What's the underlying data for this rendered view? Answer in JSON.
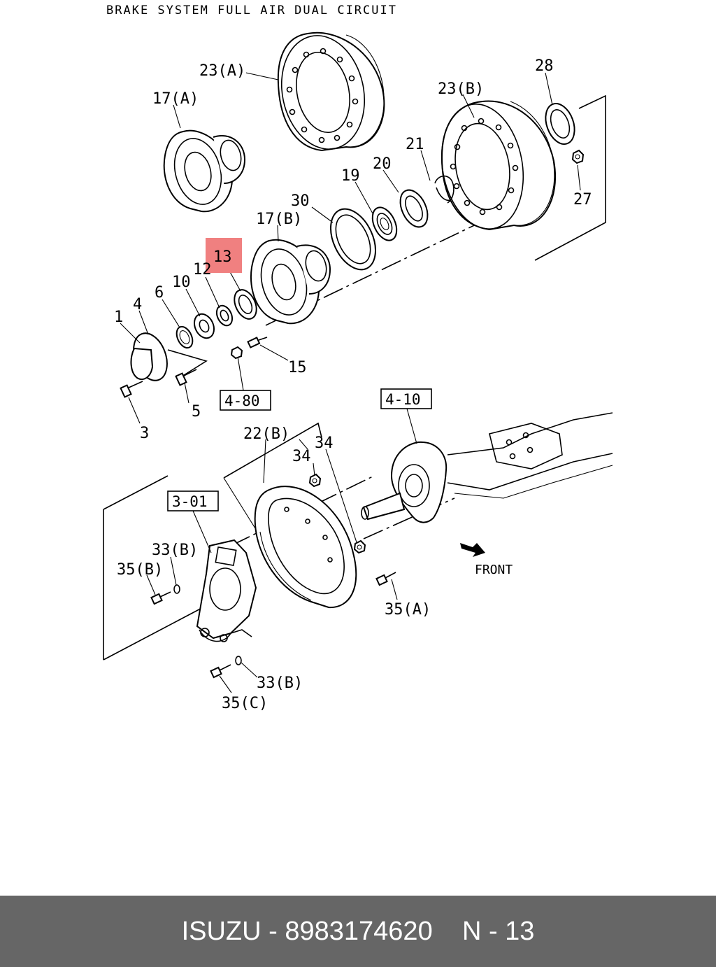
{
  "title": "BRAKE SYSTEM FULL AIR DUAL CIRCUIT",
  "highlight_color": "#f08080",
  "labels": {
    "l23a": "23(A)",
    "l23b": "23(B)",
    "l28": "28",
    "l17a": "17(A)",
    "l21": "21",
    "l20": "20",
    "l19": "19",
    "l27": "27",
    "l30": "30",
    "l17b": "17(B)",
    "l13": "13",
    "l12": "12",
    "l10": "10",
    "l6": "6",
    "l4": "4",
    "l1": "1",
    "l15": "15",
    "l5": "5",
    "l3": "3",
    "l22b": "22(B)",
    "l34a": "34",
    "l34b": "34",
    "l33b1": "33(B)",
    "l35b": "35(B)",
    "l35a": "35(A)",
    "l33b2": "33(B)",
    "l35c": "35(C)",
    "front": "FRONT"
  },
  "refs": {
    "r480": "4-80",
    "r410": "4-10",
    "r301": "3-01"
  },
  "footer": {
    "brand": "ISUZU",
    "sep1": "-",
    "part_number": "8983174620",
    "page_code": "N - 13"
  }
}
